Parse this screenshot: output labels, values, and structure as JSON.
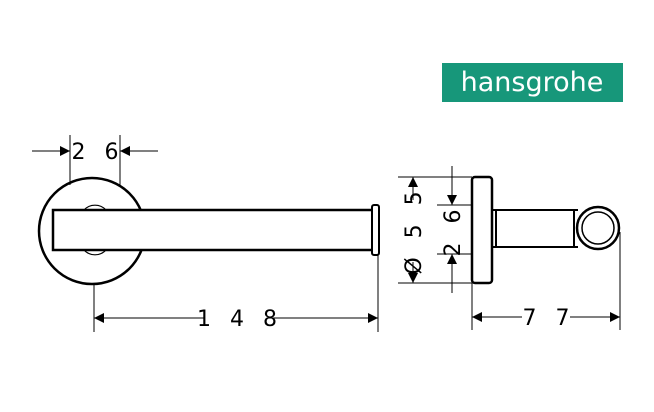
{
  "brand": {
    "name": "hansgrohe",
    "color": "#17977a"
  },
  "front_view": {
    "dim_width_label": "2 6",
    "dim_length_label": "1 4 8"
  },
  "side_view": {
    "dim_diameter_label": "Ø 5 5",
    "dim_rod_label": "2 6",
    "dim_depth_label": "7 7"
  }
}
